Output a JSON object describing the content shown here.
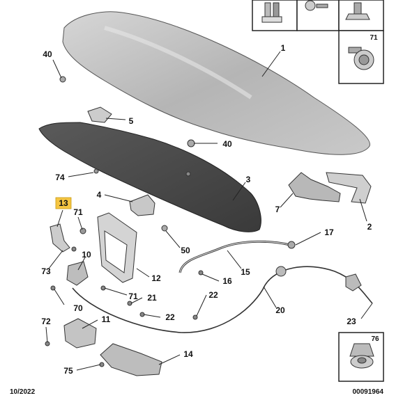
{
  "callouts": [
    {
      "id": "c1",
      "text": "1"
    },
    {
      "id": "c2",
      "text": "2"
    },
    {
      "id": "c3",
      "text": "3"
    },
    {
      "id": "c4",
      "text": "4"
    },
    {
      "id": "c5",
      "text": "5"
    },
    {
      "id": "c7",
      "text": "7"
    },
    {
      "id": "c10",
      "text": "10"
    },
    {
      "id": "c11",
      "text": "11"
    },
    {
      "id": "c12",
      "text": "12"
    },
    {
      "id": "c13",
      "text": "13"
    },
    {
      "id": "c14",
      "text": "14"
    },
    {
      "id": "c15",
      "text": "15"
    },
    {
      "id": "c16",
      "text": "16"
    },
    {
      "id": "c17",
      "text": "17"
    },
    {
      "id": "c20",
      "text": "20"
    },
    {
      "id": "c21",
      "text": "21"
    },
    {
      "id": "c22a",
      "text": "22"
    },
    {
      "id": "c22b",
      "text": "22"
    },
    {
      "id": "c23",
      "text": "23"
    },
    {
      "id": "c40a",
      "text": "40"
    },
    {
      "id": "c40b",
      "text": "40"
    },
    {
      "id": "c50",
      "text": "50"
    },
    {
      "id": "c70",
      "text": "70"
    },
    {
      "id": "c71a",
      "text": "71"
    },
    {
      "id": "c71b",
      "text": "71"
    },
    {
      "id": "c71c",
      "text": "71"
    },
    {
      "id": "c72",
      "text": "72"
    },
    {
      "id": "c73",
      "text": "73"
    },
    {
      "id": "c74",
      "text": "74"
    },
    {
      "id": "c75",
      "text": "75"
    },
    {
      "id": "c76",
      "text": "76"
    }
  ],
  "footer": {
    "date": "10/2022",
    "reference": "00091964"
  },
  "colors": {
    "highlight": "#f5c542",
    "hood": "#b9b9b9",
    "insulation": "#4a4a4a"
  }
}
